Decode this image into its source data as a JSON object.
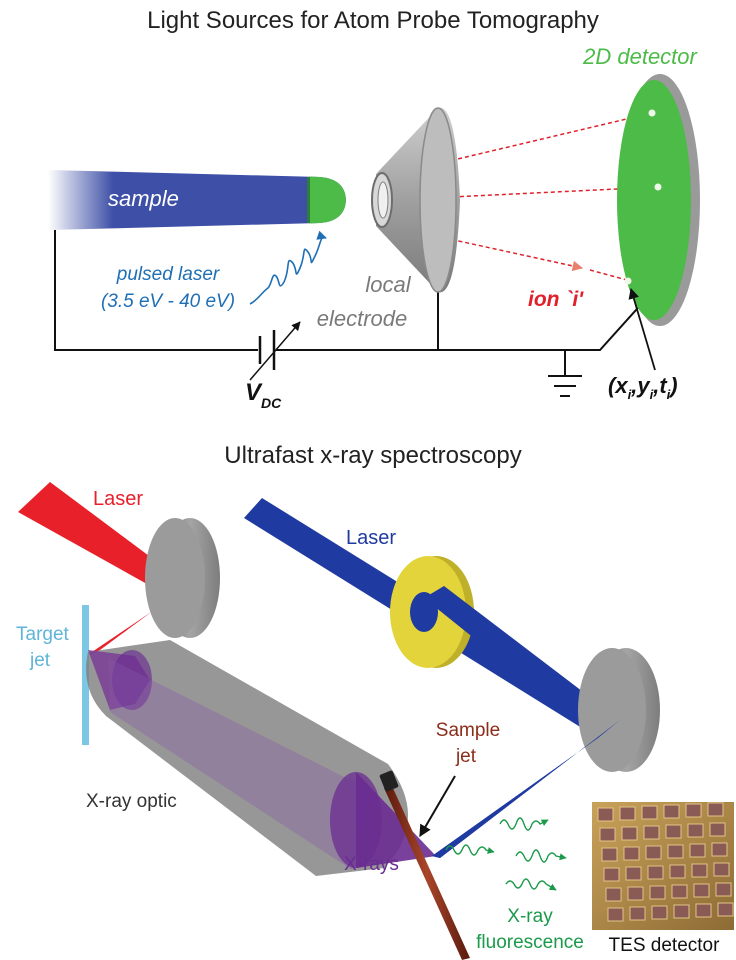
{
  "top_panel": {
    "title": "Light Sources for Atom Probe Tomography",
    "detector_label": "2D detector",
    "sample_label": "sample",
    "laser_label_line1": "pulsed laser",
    "laser_label_line2": "(3.5 eV - 40 eV)",
    "electrode_label_line1": "local",
    "electrode_label_line2": "electrode",
    "ion_label": "ion `i'",
    "voltage_label": "V",
    "voltage_subscript": "DC",
    "coords": {
      "open": "(",
      "x": "x",
      "y": "y",
      "t": "t",
      "sub": "i",
      "comma": ",",
      "close": ")"
    }
  },
  "bottom_panel": {
    "title": "Ultrafast x-ray spectroscopy",
    "red_laser_label": "Laser",
    "blue_laser_label": "Laser",
    "target_jet_line1": "Target",
    "target_jet_line2": "jet",
    "xray_optic_label": "X-ray optic",
    "sample_jet_line1": "Sample",
    "sample_jet_line2": "jet",
    "xrays_label": "X-rays",
    "fluorescence_line1": "X-ray",
    "fluorescence_line2": "fluorescence",
    "tes_label": "TES detector"
  },
  "colors": {
    "sample_blue": "#3d4fa6",
    "detector_green": "#4cbb47",
    "laser_text_blue": "#1f6fb5",
    "ion_red": "#e0202a",
    "electrode_gray": "#9a9a9a",
    "red_laser": "#e8202a",
    "blue_laser": "#1f3aa0",
    "target_jet_cyan": "#7cc6e6",
    "xray_purple": "#6a2c91",
    "sample_jet_brown": "#8b2d1a",
    "fluorescence_green": "#1a9a4a",
    "yellow_optic": "#e2d43a"
  }
}
